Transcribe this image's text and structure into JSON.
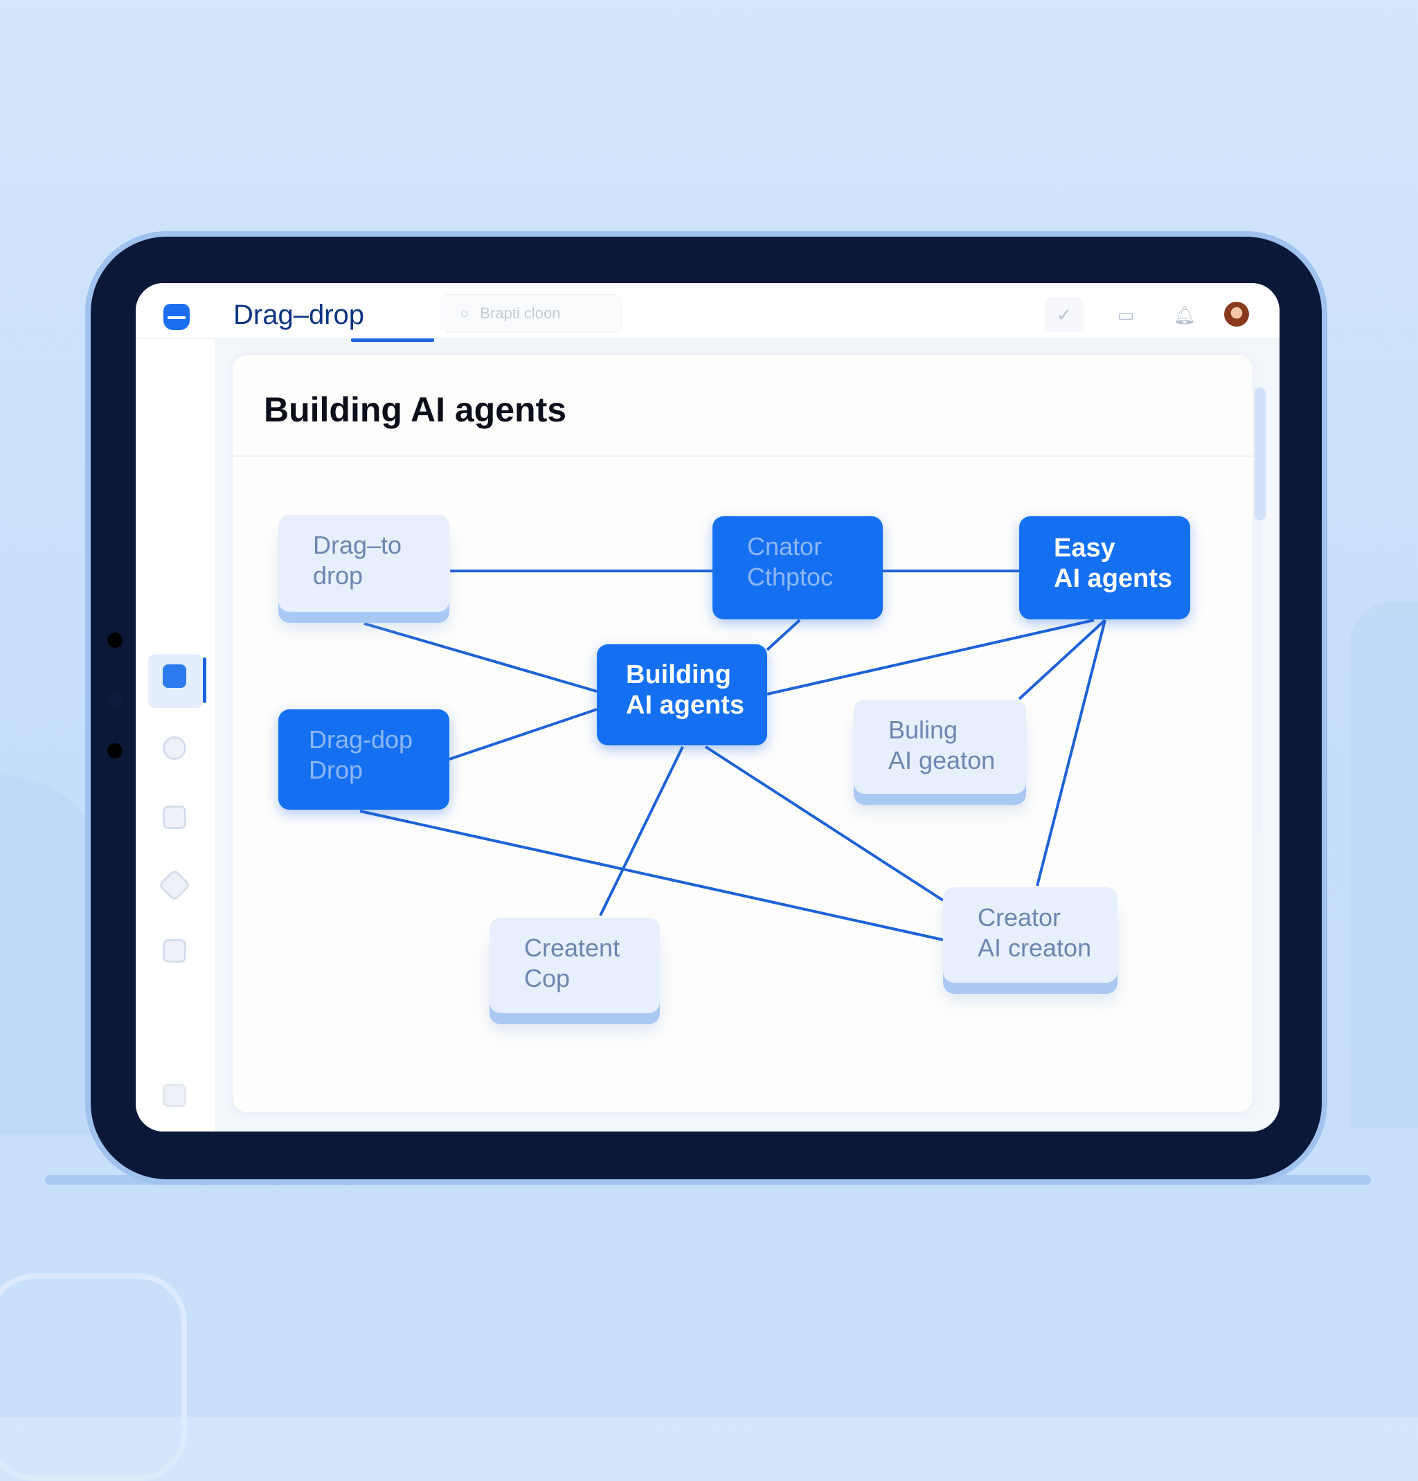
{
  "app": {
    "title": "Drag–drop",
    "search_placeholder": "Brapti cloon"
  },
  "header_icons": [
    "check-icon",
    "document-icon",
    "bell-icon",
    "avatar"
  ],
  "sidebar": {
    "items": [
      "agents",
      "chat",
      "screen",
      "shapes",
      "box",
      "settings"
    ],
    "active": 0
  },
  "page": {
    "heading": "Building AI agents"
  },
  "nodes": [
    {
      "id": "n1",
      "line1": "Drag–to",
      "line2": "drop",
      "style": "light"
    },
    {
      "id": "n2",
      "line1": "Cnator",
      "line2": "Cthptoc",
      "style": "blue"
    },
    {
      "id": "n3",
      "line1": "Easy",
      "line2": "AI agents",
      "style": "bright"
    },
    {
      "id": "n4",
      "line1": "Building",
      "line2": "AI agents",
      "style": "bright"
    },
    {
      "id": "n5",
      "line1": "Drag-dop",
      "line2": "Drop",
      "style": "blue"
    },
    {
      "id": "n6",
      "line1": "Buling",
      "line2": "AI geaton",
      "style": "light"
    },
    {
      "id": "n7",
      "line1": "Creatent",
      "line2": "Cop",
      "style": "light"
    },
    {
      "id": "n8",
      "line1": "Creator",
      "line2": "AI creaton",
      "style": "light"
    }
  ],
  "colors": {
    "accent": "#1570f1",
    "edge": "#1d62d8",
    "bezel": "#0b1838"
  }
}
